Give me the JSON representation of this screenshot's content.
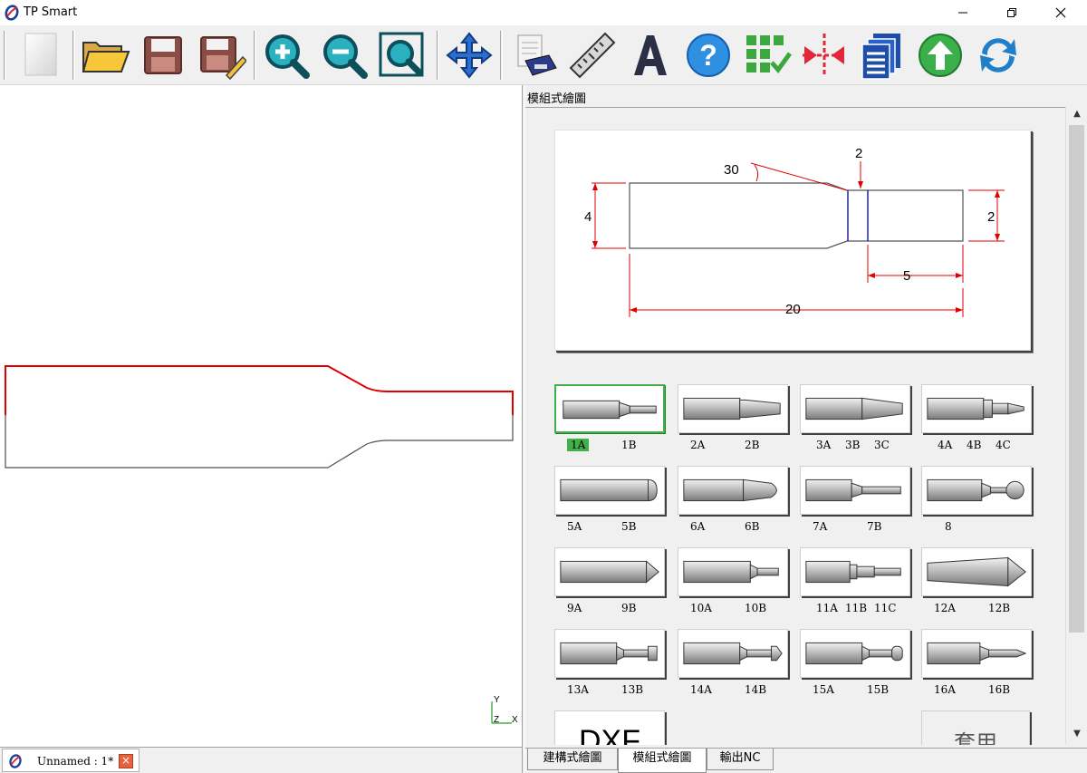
{
  "window": {
    "title": "TP Smart"
  },
  "toolbar": {
    "items": [
      {
        "name": "new-document-icon"
      },
      {
        "name": "open-folder-icon"
      },
      {
        "name": "save-icon"
      },
      {
        "name": "save-as-icon"
      },
      {
        "name": "zoom-in-icon"
      },
      {
        "name": "zoom-out-icon"
      },
      {
        "name": "zoom-fit-icon"
      },
      {
        "name": "pan-move-icon"
      },
      {
        "name": "print-icon"
      },
      {
        "name": "ruler-icon"
      },
      {
        "name": "text-icon"
      },
      {
        "name": "help-icon"
      },
      {
        "name": "grid-check-icon"
      },
      {
        "name": "split-icon"
      },
      {
        "name": "list-icon"
      },
      {
        "name": "upload-icon"
      },
      {
        "name": "refresh-icon"
      }
    ]
  },
  "canvas": {
    "axis": {
      "y": "Y",
      "z": "Z",
      "x": "X"
    }
  },
  "doc_tab": {
    "label": "Unnamed : 1*",
    "close": "×"
  },
  "panel": {
    "title": "模組式繪圖",
    "preview": {
      "dims": {
        "angle": "30",
        "top": "2",
        "left": "4",
        "right": "2",
        "seg": "5",
        "total": "20"
      }
    },
    "tools": [
      {
        "labels": [
          "1A",
          "1B"
        ],
        "selected_label": "1A"
      },
      {
        "labels": [
          "2A",
          "2B"
        ]
      },
      {
        "labels": [
          "3A",
          "3B",
          "3C"
        ]
      },
      {
        "labels": [
          "4A",
          "4B",
          "4C"
        ]
      },
      {
        "labels": [
          "5A",
          "5B"
        ]
      },
      {
        "labels": [
          "6A",
          "6B"
        ]
      },
      {
        "labels": [
          "7A",
          "7B"
        ]
      },
      {
        "labels": [
          "8"
        ]
      },
      {
        "labels": [
          "9A",
          "9B"
        ]
      },
      {
        "labels": [
          "10A",
          "10B"
        ]
      },
      {
        "labels": [
          "11A",
          "11B",
          "11C"
        ]
      },
      {
        "labels": [
          "12A",
          "12B"
        ]
      },
      {
        "labels": [
          "13A",
          "13B"
        ]
      },
      {
        "labels": [
          "14A",
          "14B"
        ]
      },
      {
        "labels": [
          "15A",
          "15B"
        ]
      },
      {
        "labels": [
          "16A",
          "16B"
        ]
      }
    ],
    "dxf_label": "DXF",
    "apply_label": "套用",
    "tabs": [
      "建構式繪圖",
      "模組式繪圖",
      "輸出NC"
    ],
    "active_tab": "模組式繪圖"
  },
  "colors": {
    "accent": "#41b04a",
    "profile_red": "#e00000",
    "dim_red": "#e00000",
    "dim_blue": "#2020c0"
  }
}
